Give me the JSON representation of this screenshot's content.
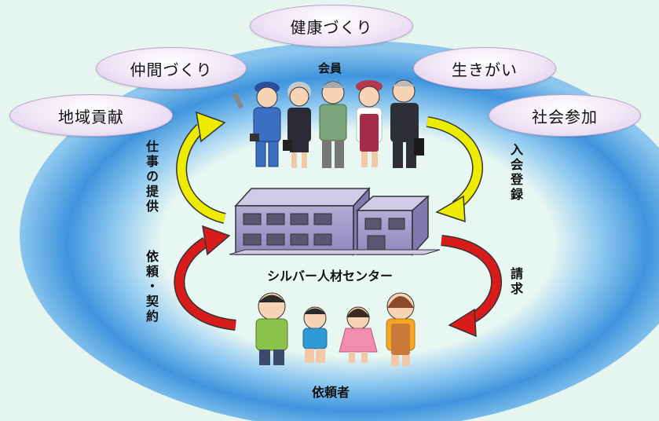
{
  "benefits": {
    "health": "健康づくり",
    "friends": "仲間づくり",
    "purpose": "生きがい",
    "community": "地域貢献",
    "social": "社会参加"
  },
  "members_label": "会員",
  "center_label": "シルバー人材センター",
  "clients_label": "依頼者",
  "flows": {
    "job_offer": "仕事の提供",
    "registration": "入会登録",
    "request_contract": "依頼・契約",
    "billing": "請求"
  },
  "colors": {
    "background": "#e6f6ef",
    "outer_ring": "#4fa3e0",
    "inner_ellipse": "#e9f7f3",
    "arrow_yellow": "#e8e400",
    "arrow_red": "#d81b1b",
    "pill_fill": "#f0e6f6"
  }
}
